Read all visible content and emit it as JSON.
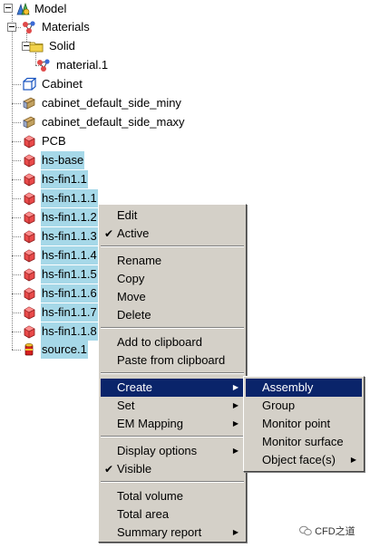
{
  "tree": {
    "model": "Model",
    "materials": "Materials",
    "solid": "Solid",
    "material1": "material.1",
    "cabinet": "Cabinet",
    "miny": "cabinet_default_side_miny",
    "maxy": "cabinet_default_side_maxy",
    "pcb": "PCB",
    "hsbase": "hs-base",
    "fins": [
      "hs-fin1.1",
      "hs-fin1.1.1",
      "hs-fin1.1.2",
      "hs-fin1.1.3",
      "hs-fin1.1.4",
      "hs-fin1.1.5",
      "hs-fin1.1.6",
      "hs-fin1.1.7",
      "hs-fin1.1.8"
    ],
    "source": "source.1"
  },
  "context_menu": {
    "edit": "Edit",
    "active": "Active",
    "rename": "Rename",
    "copy": "Copy",
    "move": "Move",
    "delete": "Delete",
    "add_clipboard": "Add to clipboard",
    "paste_clipboard": "Paste from clipboard",
    "create": "Create",
    "set": "Set",
    "em_mapping": "EM Mapping",
    "display_options": "Display options",
    "visible": "Visible",
    "total_volume": "Total volume",
    "total_area": "Total area",
    "summary_report": "Summary report",
    "check": "✔",
    "arrow": "▶"
  },
  "submenu": {
    "assembly": "Assembly",
    "group": "Group",
    "monitor_point": "Monitor point",
    "monitor_surface": "Monitor surface",
    "object_faces": "Object face(s)"
  },
  "watermark": "CFD之道",
  "colors": {
    "selection": "#a6d8e8",
    "menu_bg": "#d4d0c8",
    "menu_highlight": "#0a246a",
    "block_red": "#e04040"
  }
}
